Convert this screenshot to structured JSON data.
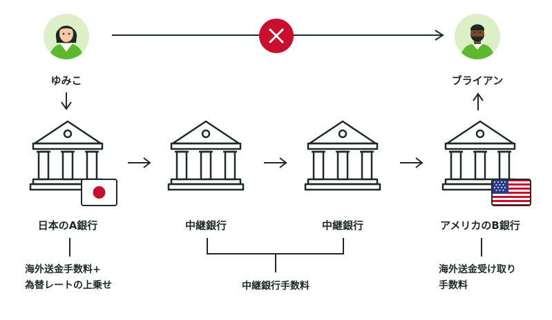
{
  "people": {
    "sender": {
      "name": "ゆみこ",
      "icon": "woman-avatar-icon"
    },
    "receiver": {
      "name": "ブライアン",
      "icon": "man-avatar-icon"
    }
  },
  "banks": [
    {
      "label": "日本のA銀行",
      "flag": "japan-flag-icon"
    },
    {
      "label": "中継銀行",
      "flag": null
    },
    {
      "label": "中継銀行",
      "flag": null
    },
    {
      "label": "アメリカのB銀行",
      "flag": "usa-flag-icon"
    }
  ],
  "notes": {
    "sender_fees": [
      "海外送金手数料+",
      "為替レートの上乗せ"
    ],
    "intermediary_fees": "中継銀行手数料",
    "receiver_fees": [
      "海外送金受け取り",
      "手数料"
    ]
  },
  "colors": {
    "ink": "#1d2a24",
    "avatar_bg": "#dcefc9",
    "shirt_green": "#5cb82f",
    "blocked_red": "#c8102e"
  }
}
